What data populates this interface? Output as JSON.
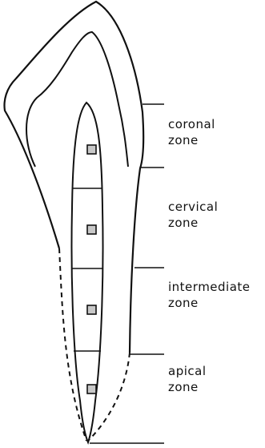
{
  "diagram": {
    "zones": [
      {
        "line1": "coronal",
        "line2": "zone"
      },
      {
        "line1": "cervical",
        "line2": "zone"
      },
      {
        "line1": "intermediate",
        "line2": "zone"
      },
      {
        "line1": "apical",
        "line2": "zone"
      }
    ],
    "stroke_color": "#111111",
    "marker_fill": "#c8c8c8"
  }
}
